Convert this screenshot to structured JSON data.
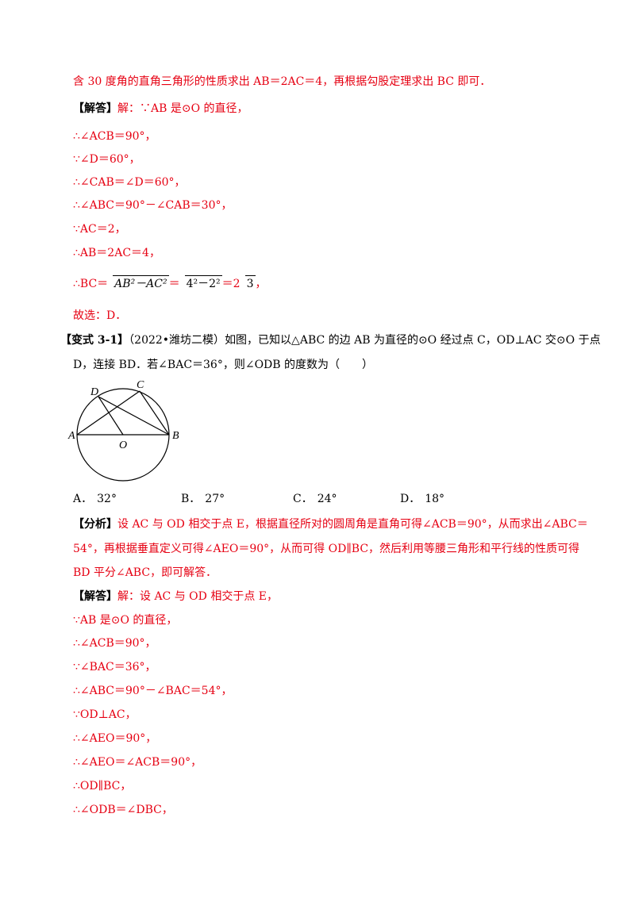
{
  "solution1": {
    "line1": "含 30 度角的直角三角形的性质求出 AB＝2AC＝4，再根据勾股定理求出 BC 即可．",
    "answer_label": "【解答】",
    "answer_intro": "解：∵AB 是⊙O 的直径，",
    "steps": [
      "∴∠ACB＝90°，",
      "∵∠D＝60°，",
      "∴∠CAB＝∠D＝60°，",
      "∴∠ABC＝90°－∠CAB＝30°，",
      "∵AC＝2，",
      "∴AB＝2AC＝4，"
    ],
    "bc_prefix": "∴BC＝",
    "bc_expr1": "AB²－AC²",
    "bc_eq": "＝",
    "bc_expr2": "4²－2²",
    "bc_eq2": "＝2",
    "bc_expr3": "3",
    "bc_suffix": "，",
    "choice": "故选：D．"
  },
  "problem": {
    "label": "【变式 3-1】",
    "source": "（2022•潍坊二模）",
    "line1": "如图，已知以△ABC 的边 AB 为直径的⊙O 经过点 C，OD⊥AC 交⊙O 于点",
    "line2": "D，连接 BD．若∠BAC＝36°，则∠ODB 的度数为（　　）",
    "figure_labels": {
      "A": "A",
      "B": "B",
      "C": "C",
      "D": "D",
      "O": "O"
    },
    "options": [
      {
        "letter": "A．",
        "value": "32°"
      },
      {
        "letter": "B．",
        "value": "27°"
      },
      {
        "letter": "C．",
        "value": "24°"
      },
      {
        "letter": "D．",
        "value": "18°"
      }
    ]
  },
  "analysis": {
    "label": "【分析】",
    "line1": "设 AC 与 OD 相交于点 E，根据直径所对的圆周角是直角可得∠ACB＝90°，从而求出∠ABC＝",
    "line2": "54°，再根据垂直定义可得∠AEO＝90°，从而可得 OD∥BC，然后利用等腰三角形和平行线的性质可得",
    "line3": "BD 平分∠ABC，即可解答．"
  },
  "solution2": {
    "answer_label": "【解答】",
    "answer_intro": "解：设 AC 与 OD 相交于点 E，",
    "steps": [
      "∵AB 是⊙O 的直径，",
      "∴∠ACB＝90°，",
      "∵∠BAC＝36°，",
      "∴∠ABC＝90°－∠BAC＝54°，",
      "∵OD⊥AC，",
      "∴∠AEO＝90°，",
      "∴∠AEO＝∠ACB＝90°，",
      "∴OD∥BC，",
      "∴∠ODB＝∠DBC，"
    ]
  }
}
